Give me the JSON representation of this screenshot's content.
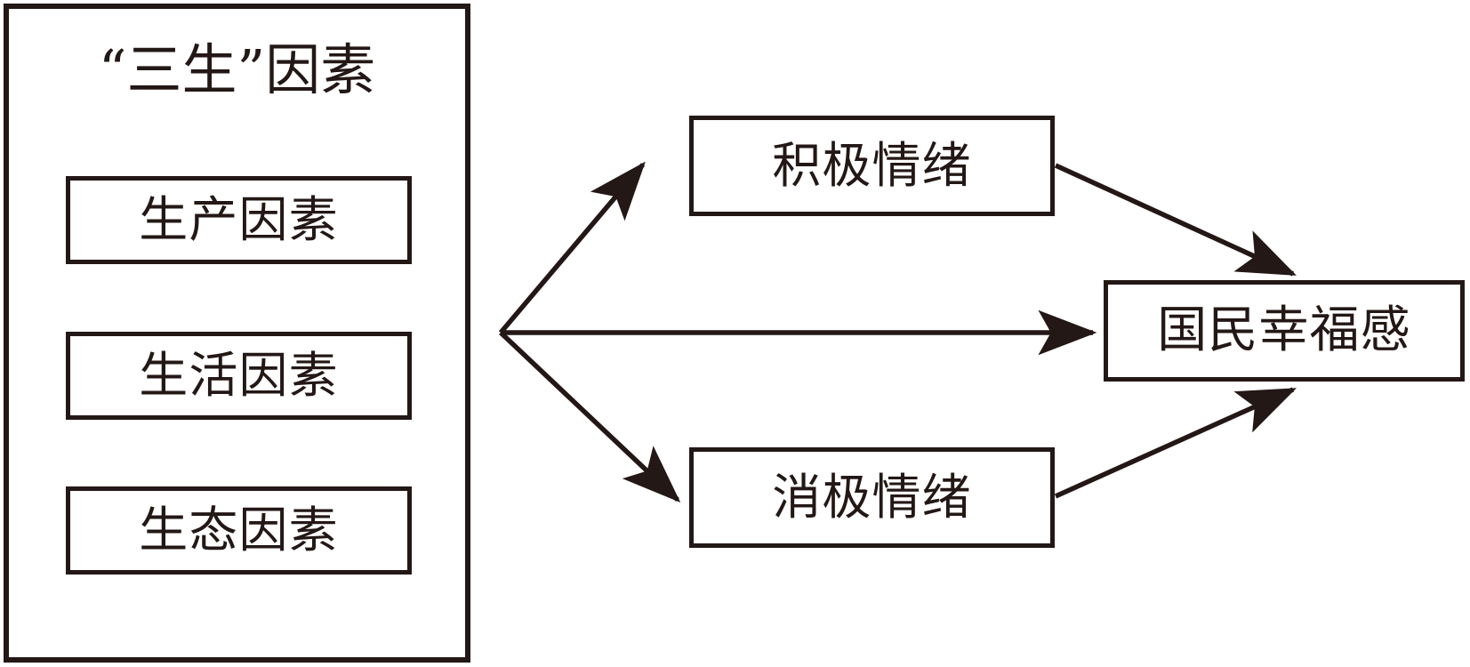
{
  "diagram": {
    "title_text": "“三生”因素",
    "group": {
      "label": "“三生”因素",
      "factors": [
        {
          "label": "生产因素"
        },
        {
          "label": "生活因素"
        },
        {
          "label": "生态因素"
        }
      ]
    },
    "nodes": {
      "positive_emotion": "积极情绪",
      "negative_emotion": "消极情绪",
      "national_happiness": "国民幸福感"
    },
    "edges": [
      {
        "name": "factors-to-positive",
        "from": "group",
        "to": "positive_emotion",
        "label": ""
      },
      {
        "name": "factors-to-happiness",
        "from": "group",
        "to": "national_happiness",
        "label": ""
      },
      {
        "name": "factors-to-negative",
        "from": "group",
        "to": "negative_emotion",
        "label": ""
      },
      {
        "name": "positive-to-happiness",
        "from": "positive_emotion",
        "to": "national_happiness",
        "label": ""
      },
      {
        "name": "negative-to-happiness",
        "from": "negative_emotion",
        "to": "national_happiness",
        "label": ""
      }
    ],
    "colors": {
      "stroke": "#231815",
      "background": "#ffffff",
      "text": "#231815"
    }
  }
}
